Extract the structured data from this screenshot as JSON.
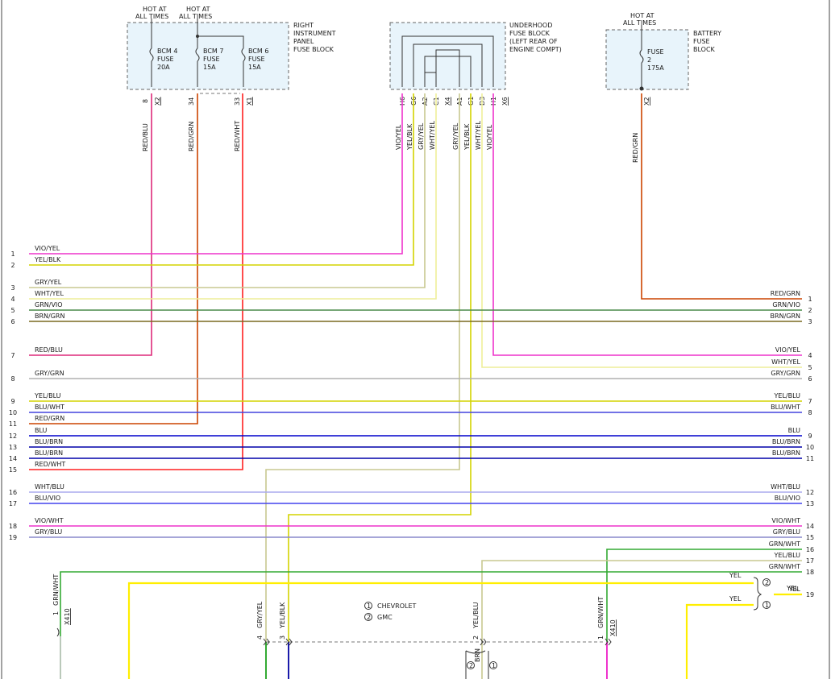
{
  "left_box": {
    "hot_label_1": [
      "HOT AT",
      "ALL TIMES"
    ],
    "hot_label_2": [
      "HOT AT",
      "ALL TIMES"
    ],
    "title": [
      "RIGHT",
      "INSTRUMENT",
      "PANEL",
      "FUSE BLOCK"
    ],
    "fuses": [
      {
        "lines": [
          "BCM 4",
          "FUSE",
          "20A"
        ],
        "pin": "8",
        "conn": "X2",
        "wire": "RED/BLU",
        "color": "#dd2a7a"
      },
      {
        "lines": [
          "BCM 7",
          "FUSE",
          "15A"
        ],
        "pin": "34",
        "conn": "",
        "wire": "RED/GRN",
        "color": "#8a4a10"
      },
      {
        "lines": [
          "BCM 6",
          "FUSE",
          "15A"
        ],
        "pin": "33",
        "conn": "X1",
        "wire": "RED/WHT",
        "color": "#ff2020"
      }
    ]
  },
  "middle_box": {
    "title": [
      "UNDERHOOD",
      "FUSE BLOCK",
      "(LEFT REAR OF",
      "ENGINE COMPT)"
    ],
    "pins": [
      {
        "pin": "H6",
        "wire": "VIO/YEL",
        "color": "#ee33cc"
      },
      {
        "pin": "G6",
        "wire": "YEL/BLK",
        "color": "#d4d400"
      },
      {
        "pin": "A2",
        "wire": "GRY/YEL",
        "color": "#c8c890"
      },
      {
        "pin": "C1",
        "wire": "WHT/YEL",
        "color": "#eeee99"
      },
      {
        "pin": "X4",
        "wire": "",
        "color": "#c8c890"
      },
      {
        "pin": "A1",
        "wire": "GRY/YEL",
        "color": "#c8c890"
      },
      {
        "pin": "G1",
        "wire": "YEL/BLK",
        "color": "#d4d400"
      },
      {
        "pin": "D3",
        "wire": "WHT/YEL",
        "color": "#eeee99"
      },
      {
        "pin": "H1",
        "wire": "VIO/YEL",
        "color": "#ee33cc"
      },
      {
        "pin": "X6",
        "wire": "",
        "color": "#ee33cc"
      }
    ]
  },
  "right_box": {
    "hot_label": [
      "HOT AT",
      "ALL TIMES"
    ],
    "title": [
      "BATTERY",
      "FUSE",
      "BLOCK"
    ],
    "fuse": [
      "FUSE",
      "2",
      "175A"
    ],
    "conn": "X2",
    "wire": "RED/GRN"
  },
  "left_rows": [
    {
      "num": "1",
      "label": "VIO/YEL",
      "color": "#ee33cc"
    },
    {
      "num": "2",
      "label": "YEL/BLK",
      "color": "#d4d400"
    },
    {
      "num": "3",
      "label": "GRY/YEL",
      "color": "#c8c890"
    },
    {
      "num": "4",
      "label": "WHT/YEL",
      "color": "#eeee99"
    },
    {
      "num": "5",
      "label": "GRN/VIO",
      "color": "#4a8a4a"
    },
    {
      "num": "6",
      "label": "BRN/GRN",
      "color": "#7a6a20"
    },
    {
      "num": "7",
      "label": "RED/BLU",
      "color": "#dd2a7a"
    },
    {
      "num": "8",
      "label": "GRY/GRN",
      "color": "#b0b0b0"
    },
    {
      "num": "9",
      "label": "YEL/BLU",
      "color": "#d4d400"
    },
    {
      "num": "10",
      "label": "BLU/WHT",
      "color": "#4444dd"
    },
    {
      "num": "11",
      "label": "RED/GRN",
      "color": "#cc4400"
    },
    {
      "num": "12",
      "label": "BLU",
      "color": "#0000cc"
    },
    {
      "num": "13",
      "label": "BLU/BRN",
      "color": "#0000aa"
    },
    {
      "num": "14",
      "label": "BLU/BRN",
      "color": "#0000aa"
    },
    {
      "num": "15",
      "label": "RED/WHT",
      "color": "#ff2020"
    },
    {
      "num": "16",
      "label": "WHT/BLU",
      "color": "#aaaaee"
    },
    {
      "num": "17",
      "label": "BLU/VIO",
      "color": "#4444ee"
    },
    {
      "num": "18",
      "label": "VIO/WHT",
      "color": "#ee33cc"
    },
    {
      "num": "19",
      "label": "GRY/BLU",
      "color": "#8888cc"
    }
  ],
  "right_rows": [
    {
      "num": "1",
      "label": "RED/GRN"
    },
    {
      "num": "2",
      "label": "GRN/VIO"
    },
    {
      "num": "3",
      "label": "BRN/GRN"
    },
    {
      "num": "4",
      "label": "VIO/YEL"
    },
    {
      "num": "5",
      "label": "WHT/YEL"
    },
    {
      "num": "6",
      "label": "GRY/GRN"
    },
    {
      "num": "7",
      "label": "YEL/BLU"
    },
    {
      "num": "8",
      "label": "BLU/WHT"
    },
    {
      "num": "9",
      "label": "BLU"
    },
    {
      "num": "10",
      "label": "BLU/BRN"
    },
    {
      "num": "11",
      "label": "BLU/BRN"
    },
    {
      "num": "12",
      "label": "WHT/BLU"
    },
    {
      "num": "13",
      "label": "BLU/VIO"
    },
    {
      "num": "14",
      "label": "VIO/WHT"
    },
    {
      "num": "15",
      "label": "GRY/BLU"
    },
    {
      "num": "16",
      "label": "GRN/WHT"
    },
    {
      "num": "17",
      "label": "YEL/BLU"
    },
    {
      "num": "18",
      "label": "GRN/WHT"
    },
    {
      "num": "19",
      "label": "YEL"
    }
  ],
  "bottom": {
    "left_conn": {
      "pin": "1",
      "wire": "GRN/WHT",
      "conn": "X410"
    },
    "gry_yel": {
      "pin": "4",
      "wire": "GRY/YEL"
    },
    "yel_blk": {
      "pin": "3",
      "wire": "YEL/BLK"
    },
    "yel_blu": {
      "pin": "2",
      "wire": "YEL/BLU"
    },
    "grn_wht": {
      "pin": "1",
      "wire": "GRN/WHT",
      "conn": "X410"
    },
    "brn": "BRN",
    "legend": [
      {
        "num": "1",
        "label": "CHEVROLET"
      },
      {
        "num": "2",
        "label": "GMC"
      }
    ],
    "yel_top": "YEL",
    "yel_bottom": "YEL",
    "yel_out": "YEL",
    "circle_2": "2",
    "circle_1": "1",
    "brn_circle_2": "2",
    "brn_circle_1": "1"
  }
}
